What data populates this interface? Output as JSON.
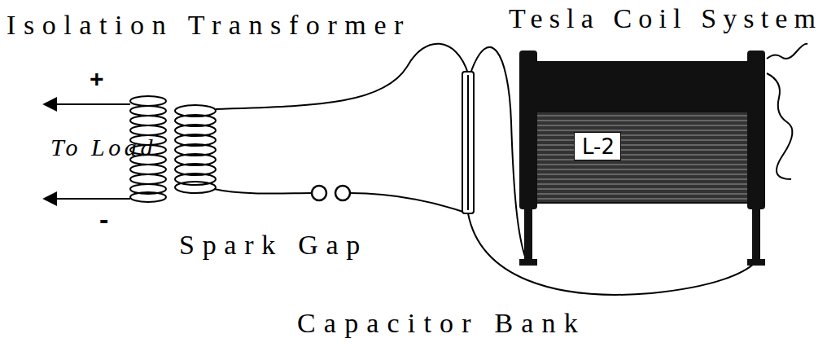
{
  "diagram": {
    "nodes": [
      {
        "text": [
          "L-2"
        ]
      }
    ],
    "labels": [
      "Isolation Transformer",
      "Tesla Coil System",
      "+",
      "To Load",
      "-",
      "Spark Gap",
      "Capacitor Bank"
    ]
  }
}
